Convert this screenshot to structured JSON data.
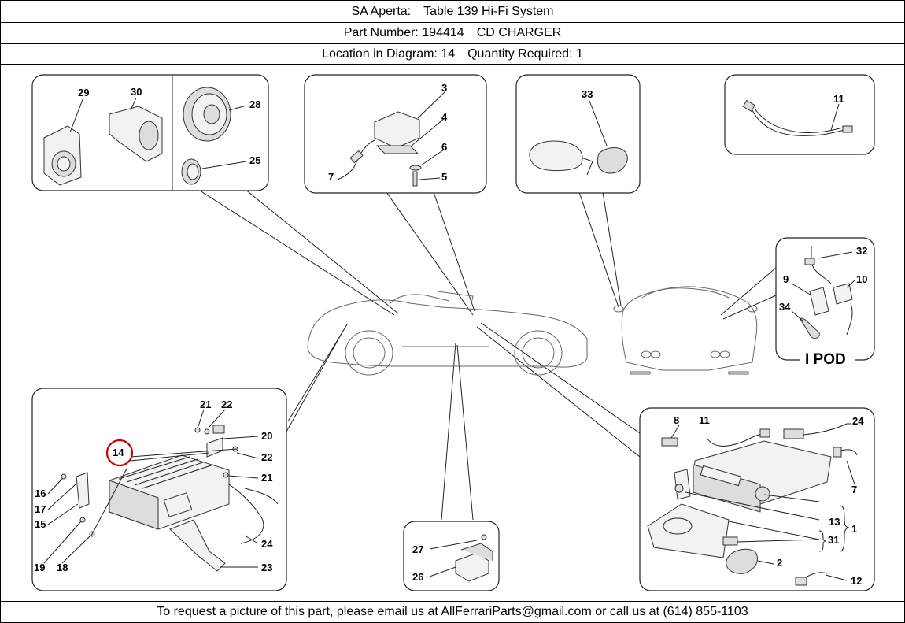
{
  "header": {
    "model": "SA Aperta:",
    "table": "Table 139 Hi-Fi System",
    "part_number_label": "Part Number: 194414",
    "part_name": "CD CHARGER",
    "location_label": "Location in Diagram: 14",
    "quantity_label": "Quantity Required: 1"
  },
  "diagram": {
    "highlight_color": "#cc0000",
    "highlighted_callout": "14",
    "ipod_title": "I POD",
    "callouts": {
      "c29": "29",
      "c30": "30",
      "c28": "28",
      "c25": "25",
      "c3": "3",
      "c4": "4",
      "c6": "6",
      "c5": "5",
      "c7a": "7",
      "c33": "33",
      "c11a": "11",
      "c32": "32",
      "c9": "9",
      "c10": "10",
      "c34": "34",
      "c21a": "21",
      "c22a": "22",
      "c20": "20",
      "c14": "14",
      "c22b": "22",
      "c21b": "21",
      "c16": "16",
      "c17": "17",
      "c15": "15",
      "c19": "19",
      "c18": "18",
      "c24a": "24",
      "c23": "23",
      "c27": "27",
      "c26": "26",
      "c8": "8",
      "c11b": "11",
      "c24b": "24",
      "c7b": "7",
      "c13": "13",
      "c1": "1",
      "c31": "31",
      "c2": "2",
      "c12": "12"
    }
  },
  "footer": {
    "text": "To request a picture of this part, please email us at AllFerrariParts@gmail.com or call us at (614) 855-1103"
  }
}
